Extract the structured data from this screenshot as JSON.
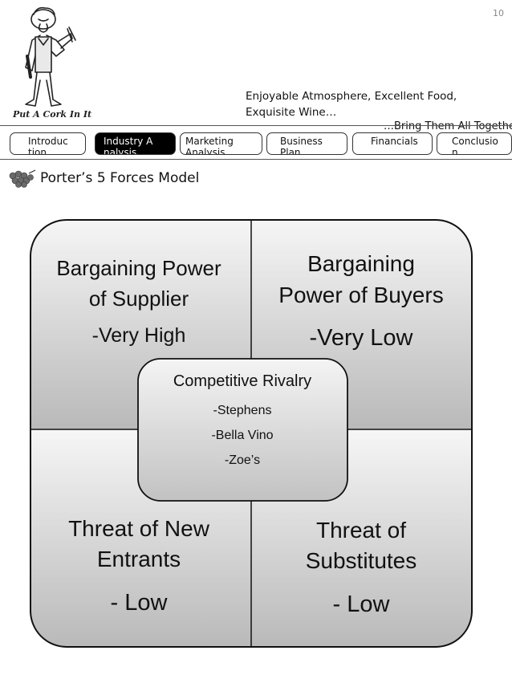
{
  "page_number": "10",
  "logo": {
    "text": "Put A Cork In It"
  },
  "tagline": {
    "line1": "Enjoyable Atmosphere, Excellent Food,",
    "line2": "Exquisite Wine…",
    "line3": "…Bring Them All Together"
  },
  "nav": {
    "items": [
      {
        "label": "Introduction",
        "active": false
      },
      {
        "label": "Industry Analysis",
        "active": true
      },
      {
        "label": "Marketing Analysis",
        "active": false
      },
      {
        "label": "Business Plan",
        "active": false
      },
      {
        "label": "Financials",
        "active": false
      },
      {
        "label": "Conclusion",
        "active": false
      }
    ]
  },
  "section_title": "Porter’s 5 Forces Model",
  "diagram": {
    "quadrants": {
      "top_left": {
        "title_line1": "Bargaining Power",
        "title_line2": "of Supplier",
        "value": "-Very High"
      },
      "top_right": {
        "title_line1": "Bargaining",
        "title_line2": "Power of Buyers",
        "value": "-Very Low"
      },
      "bottom_left": {
        "title_line1": "Threat of New",
        "title_line2": "Entrants",
        "value": "- Low"
      },
      "bottom_right": {
        "title_line1": "Threat of",
        "title_line2": "Substitutes",
        "value": "- Low"
      }
    },
    "center": {
      "title": "Competitive Rivalry",
      "items": [
        "-Stephens",
        "-Bella Vino",
        "-Zoe’s"
      ]
    }
  },
  "colors": {
    "quad_light": "#f4f4f4",
    "quad_dark": "#bdbdbd",
    "border": "#111111"
  }
}
